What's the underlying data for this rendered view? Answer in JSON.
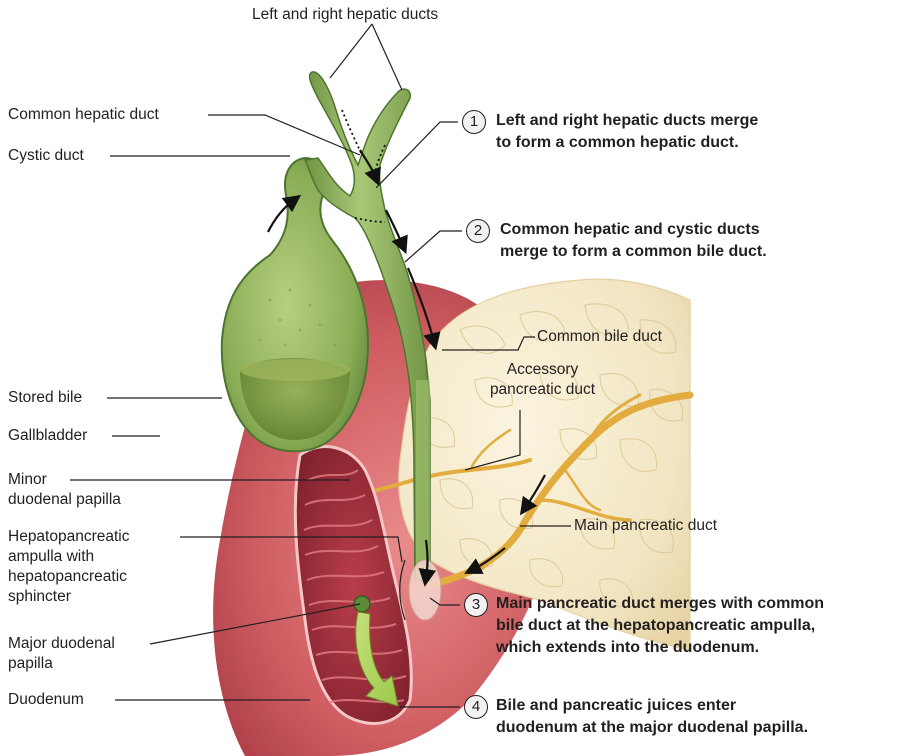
{
  "labels": {
    "hepatic_ducts": "Left and right hepatic ducts",
    "common_hepatic_duct": "Common hepatic duct",
    "cystic_duct": "Cystic duct",
    "stored_bile": "Stored bile",
    "gallbladder": "Gallbladder",
    "minor_papilla_line1": "Minor",
    "minor_papilla_line2": "duodenal papilla",
    "ampulla_line1": "Hepatopancreatic",
    "ampulla_line2": "ampulla with",
    "ampulla_line3": "hepatopancreatic",
    "ampulla_line4": "sphincter",
    "major_papilla_line1": "Major duodenal",
    "major_papilla_line2": "papilla",
    "duodenum": "Duodenum",
    "common_bile_duct": "Common bile duct",
    "accessory_line1": "Accessory",
    "accessory_line2": "pancreatic duct",
    "main_pancreatic_duct": "Main pancreatic duct"
  },
  "steps": [
    {
      "number": "1",
      "line1": "Left and right hepatic ducts merge",
      "line2": "to form a common hepatic duct."
    },
    {
      "number": "2",
      "line1": "Common hepatic and cystic ducts",
      "line2": "merge to form a common bile duct."
    },
    {
      "number": "3",
      "line1": "Main pancreatic duct merges with common",
      "line2": "bile duct at the hepatopancreatic ampulla,",
      "line3": "which extends into the duodenum."
    },
    {
      "number": "4",
      "line1": "Bile and pancreatic juices enter",
      "line2": "duodenum at the major duodenal papilla."
    }
  ],
  "colors": {
    "gallbladder": "#8fb35a",
    "duodenum": "#c9545a",
    "pancreas": "#f1e6c6",
    "duct_yellow": "#e8b84a"
  }
}
